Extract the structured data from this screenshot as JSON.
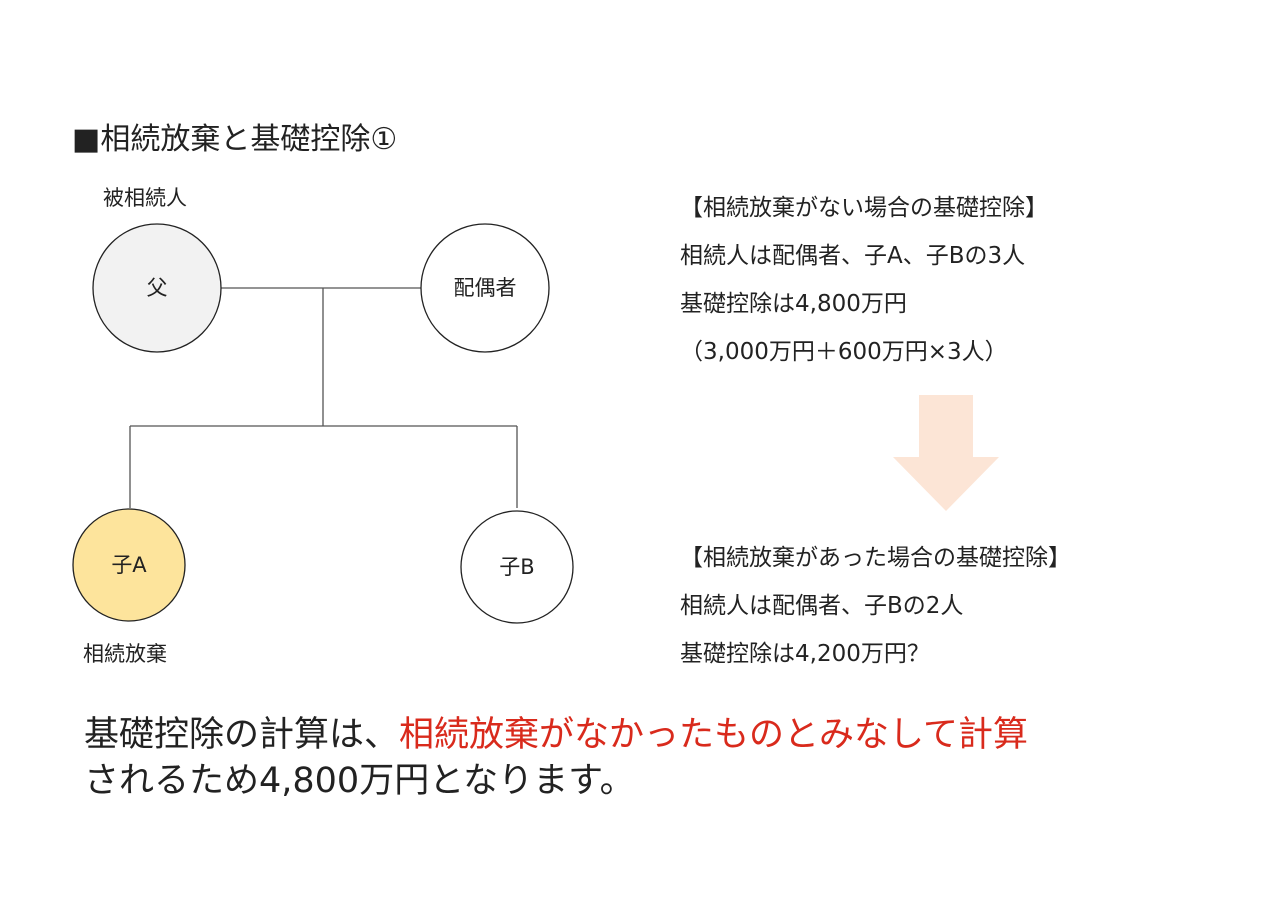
{
  "title": "■相続放棄と基礎控除①",
  "family_tree": {
    "decedent_label": "被相続人",
    "father": "父",
    "spouse": "配偶者",
    "child_a": "子A",
    "child_b": "子B",
    "renounced_label": "相続放棄",
    "colors": {
      "father_fill": "#f2f2f2",
      "child_a_fill": "#fde49c",
      "line": "#555555"
    }
  },
  "without_renunciation": {
    "heading": "【相続放棄がない場合の基礎控除】",
    "heirs": "相続人は配偶者、子A、子Bの3人",
    "deduction": "基礎控除は4,800万円",
    "formula": "（3,000万円＋600万円×3人）"
  },
  "arrow": {
    "icon": "down-arrow-icon",
    "color": "#fce5d6"
  },
  "with_renunciation": {
    "heading": "【相続放棄があった場合の基礎控除】",
    "heirs": "相続人は配偶者、子Bの2人",
    "deduction": "基礎控除は4,200万円？"
  },
  "conclusion": {
    "part1": "基礎控除の計算は、",
    "highlight": "相続放棄がなかったものとみなして計算",
    "part2": "されるため4,800万円となります。",
    "highlight_color": "#d92a1c"
  }
}
